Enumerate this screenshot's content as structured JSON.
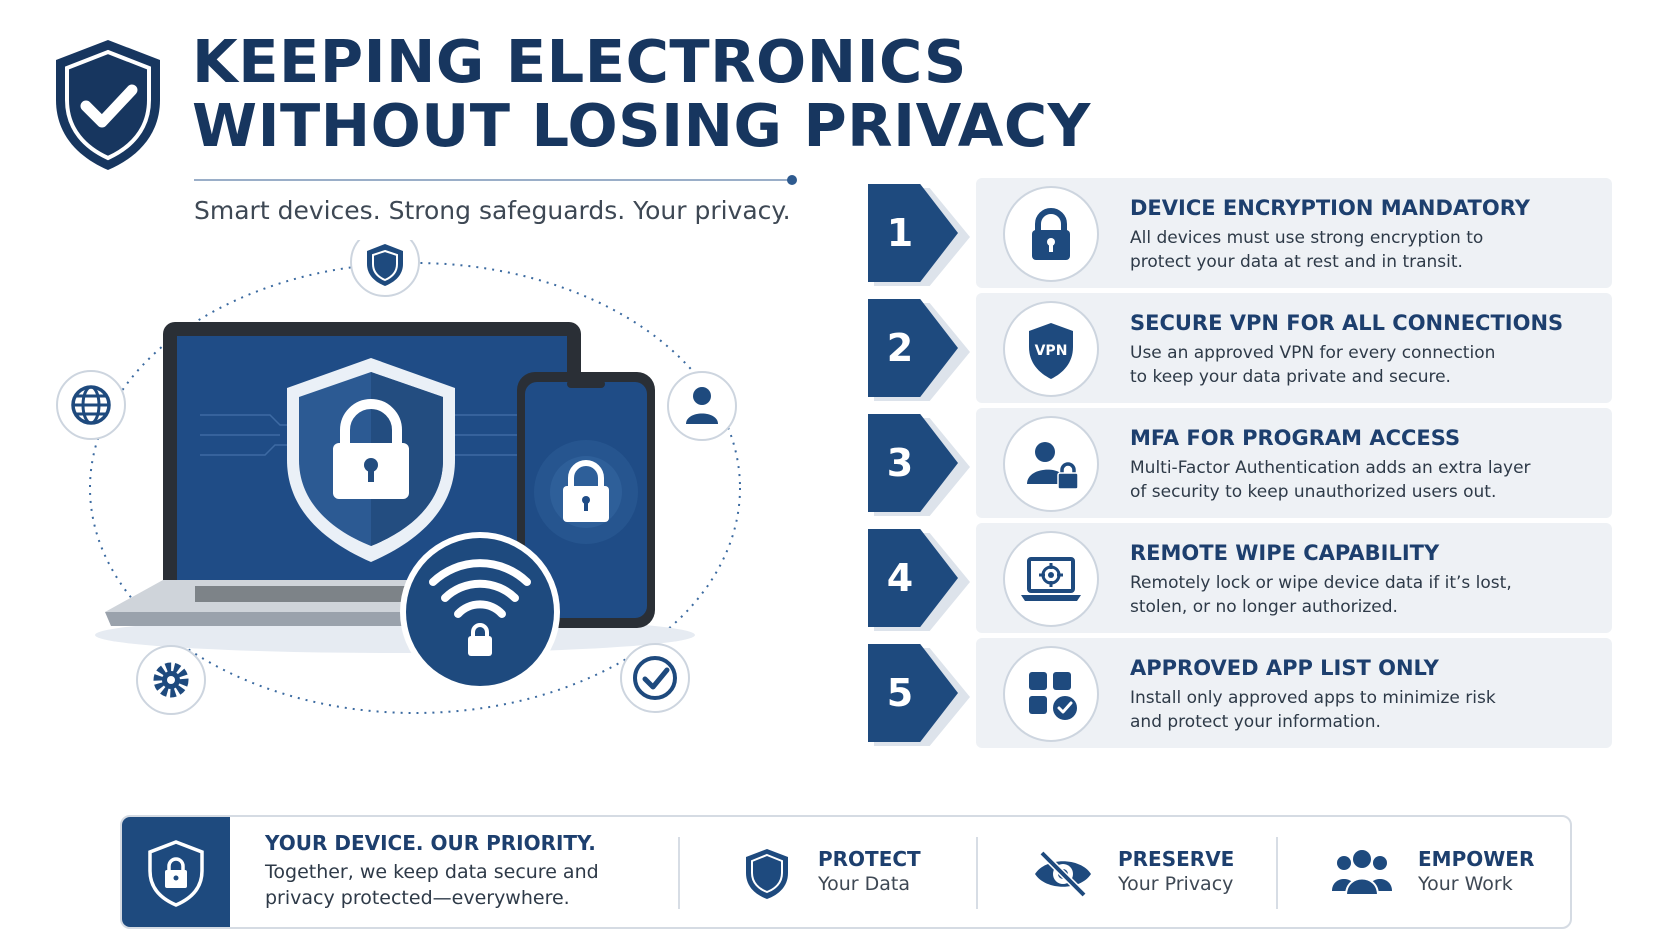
{
  "header": {
    "title_line1": "KEEPING ELECTRONICS",
    "title_line2": "WITHOUT LOSING PRIVACY",
    "subtitle": "Smart devices. Strong safeguards. Your privacy."
  },
  "colors": {
    "primary": "#1e4a7e",
    "dark": "#17365f",
    "card": "#eef1f5"
  },
  "illustration_icons": [
    "shield-icon",
    "globe-icon",
    "user-icon",
    "gear-icon",
    "check-icon",
    "laptop",
    "smartphone",
    "wifi-lock-icon"
  ],
  "steps": [
    {
      "number": "1",
      "title": "DEVICE ENCRYPTION MANDATORY",
      "line1": "All devices must use strong encryption to",
      "line2": "protect your data at rest and in transit.",
      "icon": "padlock-icon"
    },
    {
      "number": "2",
      "title": "SECURE VPN FOR ALL CONNECTIONS",
      "line1": "Use an approved VPN for every connection",
      "line2": "to keep your data private and secure.",
      "icon": "vpn-shield-icon",
      "icon_text": "VPN"
    },
    {
      "number": "3",
      "title": "MFA FOR PROGRAM ACCESS",
      "line1": "Multi-Factor Authentication adds an extra layer",
      "line2": "of security to keep unauthorized users out.",
      "icon": "user-lock-icon"
    },
    {
      "number": "4",
      "title": "REMOTE WIPE CAPABILITY",
      "line1": "Remotely lock or wipe device data if it’s lost,",
      "line2": "stolen, or no longer authorized.",
      "icon": "laptop-target-icon"
    },
    {
      "number": "5",
      "title": "APPROVED APP LIST ONLY",
      "line1": "Install only approved apps to minimize risk",
      "line2": "and protect your information.",
      "icon": "app-grid-check-icon"
    }
  ],
  "bottom": {
    "title": "YOUR DEVICE. OUR PRIORITY.",
    "line1": "Together, we keep data secure and",
    "line2": "privacy protected—everywhere.",
    "pillars": [
      {
        "title": "PROTECT",
        "sub": "Your Data",
        "icon": "shield-icon"
      },
      {
        "title": "PRESERVE",
        "sub": "Your Privacy",
        "icon": "eye-slash-icon"
      },
      {
        "title": "EMPOWER",
        "sub": "Your Work",
        "icon": "users-icon"
      }
    ]
  }
}
